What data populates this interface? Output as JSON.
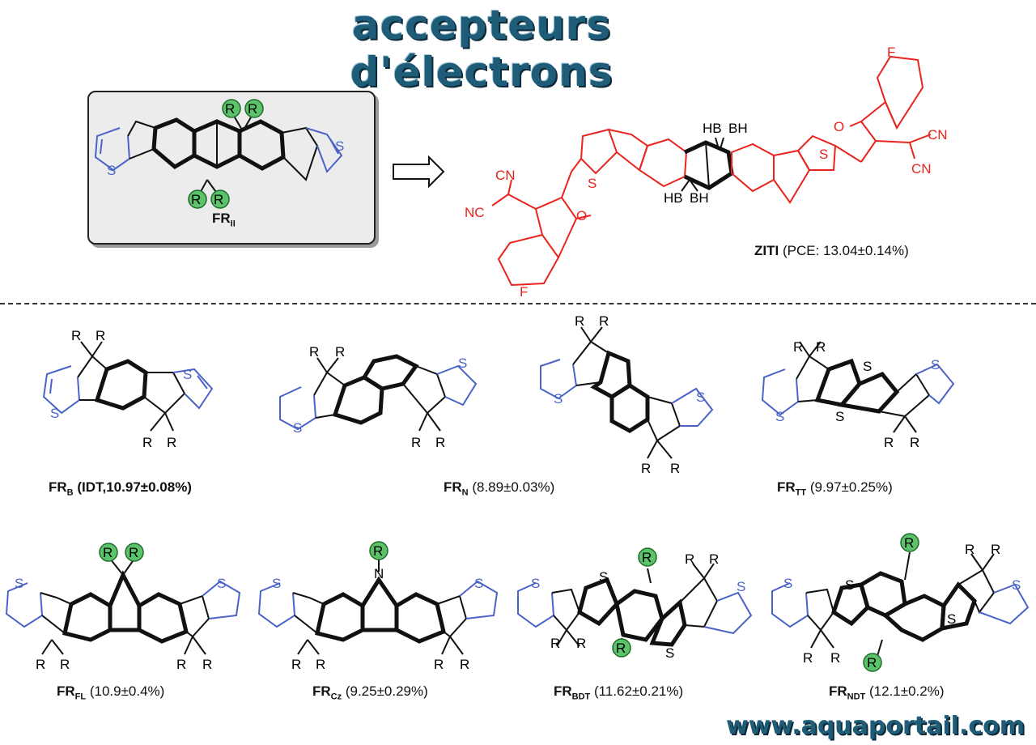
{
  "title": "accepteurs d'électrons",
  "website": "www.aquaportail.com",
  "colors": {
    "title": "#1f5c78",
    "thiophene": "#4a63c7",
    "ziti": "#e8241c",
    "substituent_highlight": "#5cc36a"
  },
  "atoms": {
    "S": "S",
    "R": "R",
    "F": "F",
    "N": "N",
    "O": "O",
    "CN": "CN",
    "NC": "NC",
    "HB": "HB",
    "BH": "BH"
  },
  "framework": {
    "main": "FR",
    "sub": "II"
  },
  "ziti": {
    "name": "ZITI",
    "detail": "(PCE: 13.04±0.14%)"
  },
  "structures": [
    {
      "main": "FR",
      "sub": "B",
      "detail": " (IDT,10.97±0.08%)"
    },
    {
      "main": "FR",
      "sub": "N",
      "detail": " (8.89±0.03%)"
    },
    {
      "main": "FR",
      "sub": "TT",
      "detail": " (9.97±0.25%)"
    },
    {
      "main": "FR",
      "sub": "FL",
      "detail": " (10.9±0.4%)"
    },
    {
      "main": "FR",
      "sub": "Cz",
      "detail": " (9.25±0.29%)"
    },
    {
      "main": "FR",
      "sub": "BDT",
      "detail": " (11.62±0.21%)"
    },
    {
      "main": "FR",
      "sub": "NDT",
      "detail": " (12.1±0.2%)"
    }
  ]
}
